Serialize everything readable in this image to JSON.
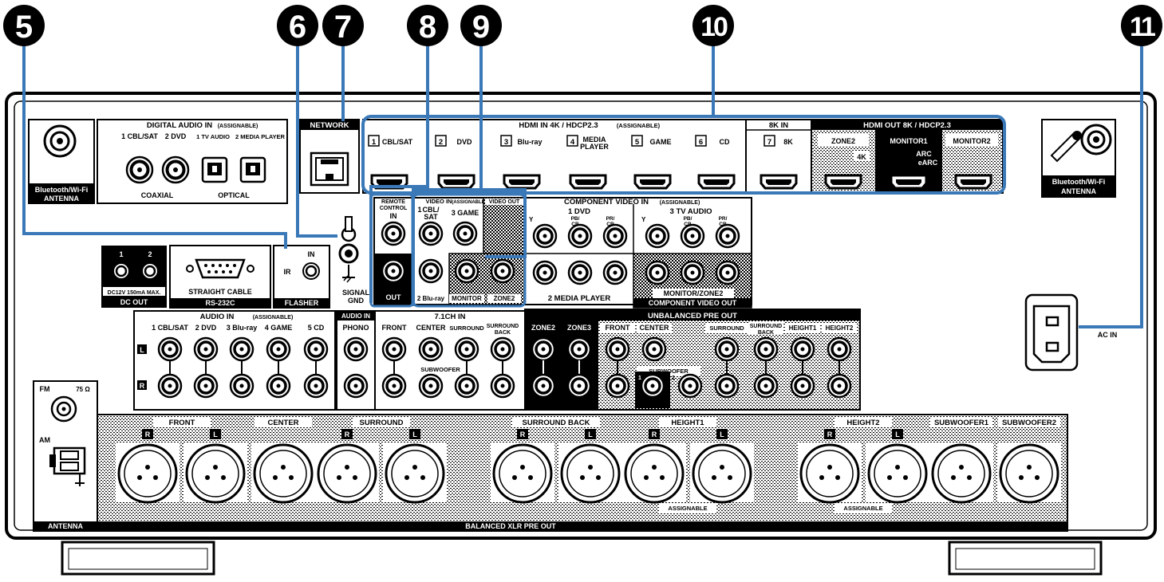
{
  "callouts": [
    "5",
    "6",
    "7",
    "8",
    "9",
    "10",
    "11"
  ],
  "antenna_bt_left": {
    "line1": "Bluetooth/Wi-Fi",
    "line2": "ANTENNA"
  },
  "antenna_bt_right": {
    "line1": "Bluetooth/Wi-Fi",
    "line2": "ANTENNA"
  },
  "digital_audio": {
    "title": "DIGITAL AUDIO IN",
    "title_small": "(ASSIGNABLE)",
    "in1": "1 CBL/SAT",
    "in2": "2 DVD",
    "in3": "1 TV AUDIO",
    "in4": "2 MEDIA PLAYER",
    "coaxial": "COAXIAL",
    "optical": "OPTICAL"
  },
  "network": {
    "title": "NETWORK"
  },
  "hdmi_in": {
    "title": "HDMI IN   4K / HDCP2.3",
    "title_small": "(ASSIGNABLE)",
    "inputs": [
      {
        "n": "1",
        "label": "CBL/SAT"
      },
      {
        "n": "2",
        "label": "DVD"
      },
      {
        "n": "3",
        "label": "Blu-ray"
      },
      {
        "n": "4",
        "label": "MEDIA",
        "label2": "PLAYER"
      },
      {
        "n": "5",
        "label": "GAME"
      },
      {
        "n": "6",
        "label": "CD"
      }
    ],
    "in8k_title": "8K IN",
    "in8k_n": "7",
    "in8k_label": "8K"
  },
  "hdmi_out": {
    "title": "HDMI OUT   8K / HDCP2.3",
    "zone2": "ZONE2",
    "zone2_sub": "4K",
    "monitor1": "MONITOR1",
    "arc": "ARC",
    "earc": "eARC",
    "monitor2": "MONITOR2"
  },
  "remote_control": {
    "title1": "REMOTE",
    "title2": "CONTROL",
    "in": "IN",
    "out": "OUT"
  },
  "signal_gnd": {
    "line1": "SIGNAL",
    "line2": "GND"
  },
  "video_in": {
    "title": "VIDEO IN",
    "title_small": "(ASSIGNABLE)",
    "in1": "1",
    "in1b": "CBL/",
    "in1c": "SAT",
    "in3": "3 GAME",
    "in2": "2 Blu-ray"
  },
  "video_out": {
    "title": "VIDEO OUT",
    "monitor": "MONITOR",
    "zone2": "ZONE2"
  },
  "component_in": {
    "title": "COMPONENT VIDEO IN",
    "title_small": "(ASSIGNABLE)",
    "dvd": "1  DVD",
    "tv_audio": "3  TV AUDIO",
    "media_player": "2  MEDIA PLAYER",
    "y": "Y",
    "pb": "PB/",
    "cb": "CB",
    "pr": "PR/",
    "cr": "CR"
  },
  "component_out": {
    "sub": "MONITOR/ZONE2",
    "title": "COMPONENT VIDEO OUT"
  },
  "dc_out": {
    "ch1": "1",
    "ch2": "2",
    "spec": "DC12V 150mA MAX.",
    "title": "DC OUT"
  },
  "rs232c": {
    "cable": "STRAIGHT CABLE",
    "title": "RS-232C"
  },
  "flasher": {
    "ir": "IR",
    "in": "IN",
    "title": "FLASHER"
  },
  "audio_in": {
    "title": "AUDIO IN",
    "title_small": "(ASSIGNABLE)",
    "labels": [
      "1 CBL/SAT",
      "2 DVD",
      "3 Blu-ray",
      "4 GAME",
      "5 CD"
    ],
    "l": "L",
    "r": "R"
  },
  "phono": {
    "title": "AUDIO IN",
    "label": "PHONO"
  },
  "ch71_in": {
    "title": "7.1CH IN",
    "front": "FRONT",
    "center": "CENTER",
    "surround": "SURROUND",
    "surround_back1": "SURROUND",
    "surround_back2": "BACK",
    "subwoofer": "SUBWOOFER"
  },
  "unbalanced": {
    "title": "UNBALANCED PRE OUT",
    "zone2": "ZONE2",
    "zone3": "ZONE3",
    "front": "FRONT",
    "center": "CENTER",
    "surround": "SURROUND",
    "surround_back1": "SURROUND",
    "surround_back2": "BACK",
    "height1": "HEIGHT1",
    "height2": "HEIGHT2",
    "subwoofer": "SUBWOOFER",
    "sw1": "1",
    "sw2": "2"
  },
  "ac_in": {
    "label": "AC IN"
  },
  "antenna": {
    "fm": "FM",
    "ohm": "75 Ω",
    "am": "AM",
    "title": "ANTENNA"
  },
  "xlr": {
    "front": "FRONT",
    "center": "CENTER",
    "surround": "SURROUND",
    "surround_back": "SURROUND BACK",
    "height1": "HEIGHT1",
    "height2": "HEIGHT2",
    "sw1": "SUBWOOFER1",
    "sw2": "SUBWOOFER2",
    "r": "R",
    "l": "L",
    "assignable": "ASSIGNABLE",
    "title": "BALANCED XLR PRE OUT"
  },
  "colors": {
    "callout_line": "#3a78b8",
    "panel": "#000000"
  }
}
